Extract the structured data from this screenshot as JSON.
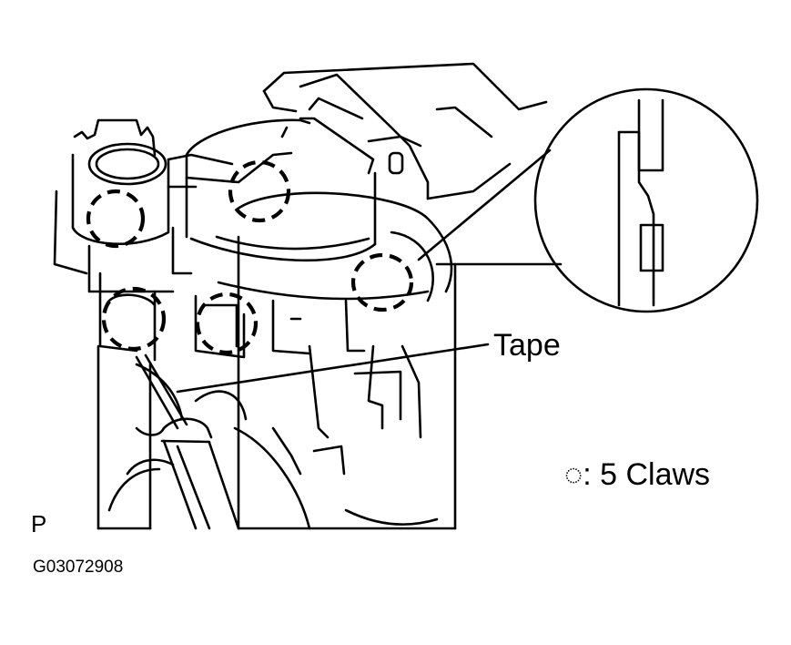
{
  "labels": {
    "tape": "Tape",
    "claws": "5 Claws",
    "claw_symbol": "◌:",
    "view": "P",
    "figure_id": "G03072908"
  },
  "colors": {
    "line": "#000000",
    "background": "#ffffff"
  },
  "icons": {
    "claw_marker": "dashed-circle-icon",
    "tool": "screwdriver-icon"
  }
}
